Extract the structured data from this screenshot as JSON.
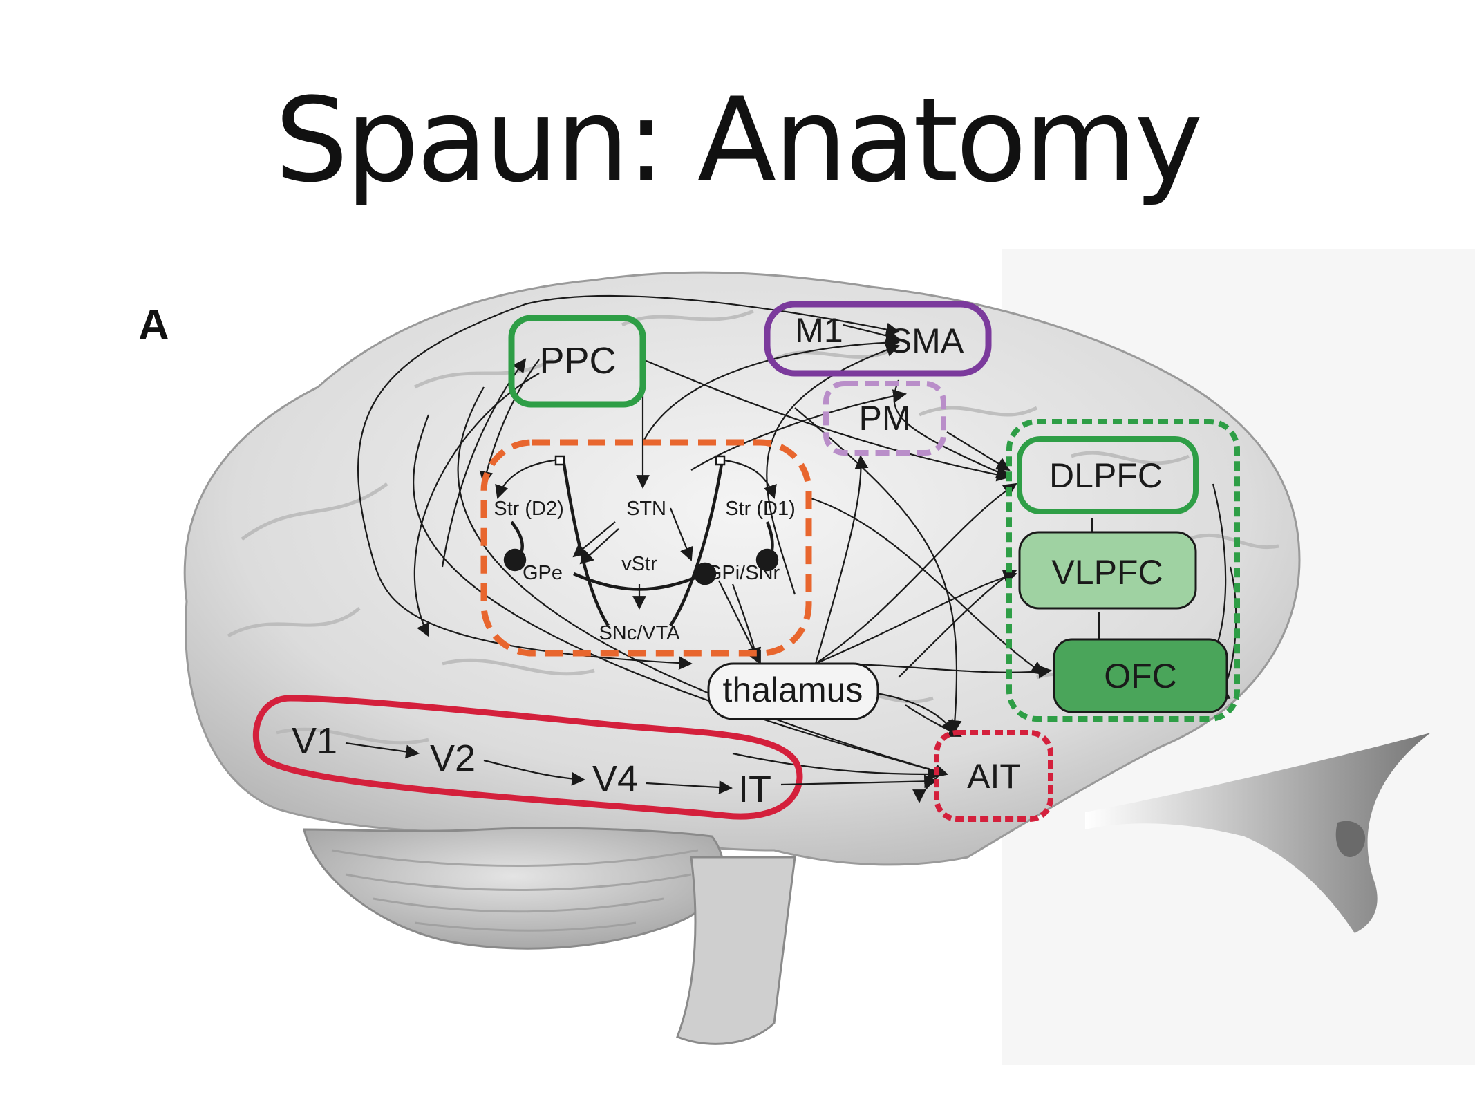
{
  "title": "Spaun: Anatomy",
  "panel_label": "A",
  "regions": {
    "ppc": "PPC",
    "m1": "M1",
    "sma": "SMA",
    "pm": "PM",
    "dlpfc": "DLPFC",
    "vlpfc": "VLPFC",
    "ofc": "OFC",
    "thalamus": "thalamus",
    "ait": "AIT",
    "v1": "V1",
    "v2": "V2",
    "v4": "V4",
    "it": "IT"
  },
  "basal_ganglia": {
    "str_d2": "Str (D2)",
    "stn": "STN",
    "str_d1": "Str (D1)",
    "gpe": "GPe",
    "vstr": "vStr",
    "gpi_snr": "GPi/SNr",
    "snc_vta": "SNc/VTA"
  },
  "colors": {
    "green": "#2e9e46",
    "purple": "#7b3a9c",
    "light_purple": "#b98ec9",
    "orange": "#e8662e",
    "red": "#d4203c",
    "vlpfc_fill": "#9fd2a2",
    "ofc_fill": "#4aa55a"
  }
}
